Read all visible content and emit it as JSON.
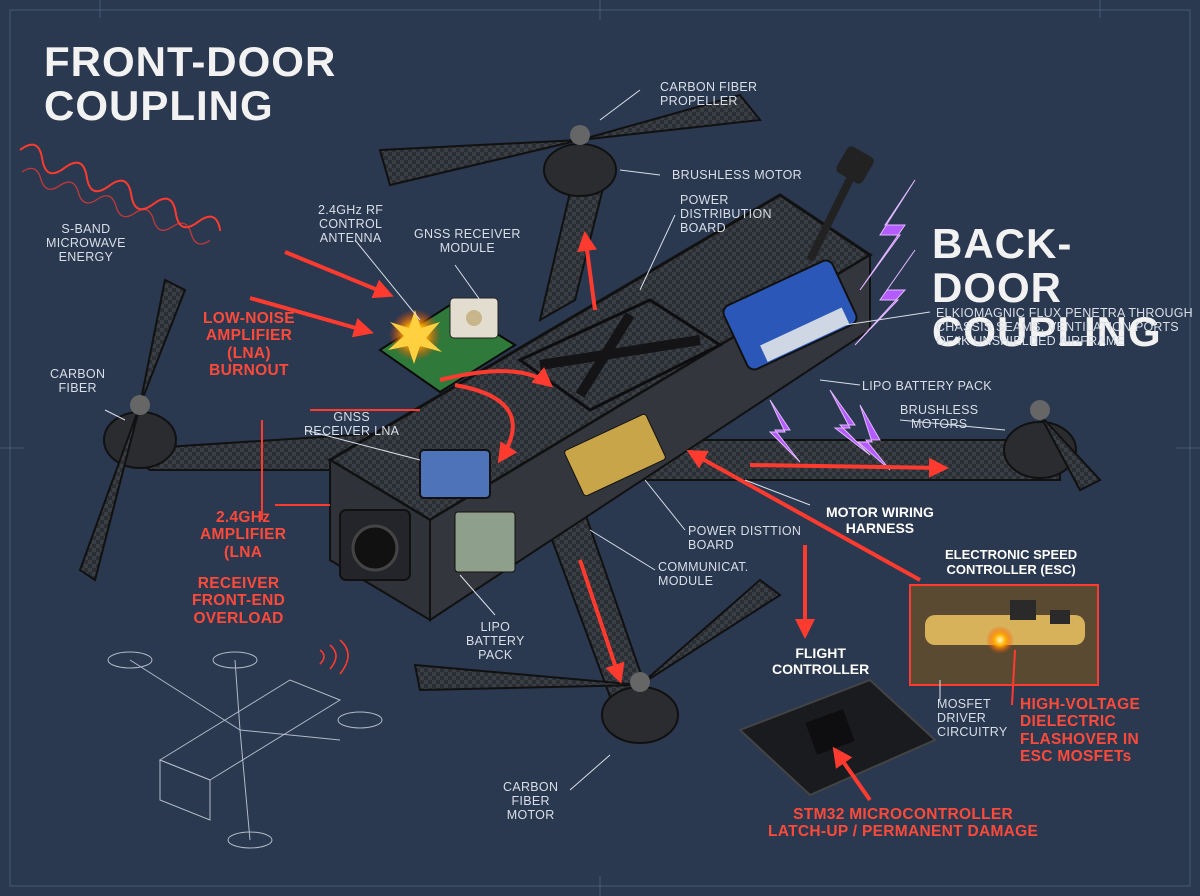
{
  "titles": {
    "front_door": [
      "FRONT-DOOR",
      "COUPLING"
    ],
    "back_door": [
      "BACK-DOOR",
      "COUPLING"
    ]
  },
  "labels": {
    "s_band": [
      "S-BAND",
      "MICROWAVE",
      "ENERGY"
    ],
    "rf_antenna": [
      "2.4GHz RF",
      "CONTROL",
      "ANTENNA"
    ],
    "gnss_module": [
      "GNSS RECEIVER",
      "MODULE"
    ],
    "propeller": [
      "CARBON FIBER",
      "PROPELLER"
    ],
    "brushless_motor": "BRUSHLESS MOTOR",
    "pdb_top": [
      "POWER",
      "DISTRIBUTION",
      "BOARD"
    ],
    "back_door_note": [
      "ELKIOMAGNIC FLUX PENETRA THROUGH",
      "CHASSIS SEAMS, VENTILATION PORTS",
      "OF IK UNSHIELDED AIRFRAME"
    ],
    "lipo_right": "LIPO BATTERY PACK",
    "brushless_motors": [
      "BRUSHLESS",
      "MOTORS"
    ],
    "carbon_fiber_left": [
      "CARBON",
      "FIBER"
    ],
    "lna_burnout": [
      "LOW-NOISE",
      "AMPLIFIER",
      "(LNA)",
      "BURNOUT"
    ],
    "gnss_lna": [
      "GNSS",
      "RECEIVER LNA"
    ],
    "amp_24": [
      "2.4GHz",
      "AMPLIFIER",
      "(LNA"
    ],
    "receiver_overload": [
      "RECEIVER",
      "FRONT-END",
      "OVERLOAD"
    ],
    "motor_harness": [
      "MOTOR WIRING",
      "HARNESS"
    ],
    "pdb_bottom": [
      "POWER DISTTION",
      "BOARD"
    ],
    "comm_module": [
      "COMMUNICAT.",
      "MODULE"
    ],
    "lipo_center": [
      "LIPO",
      "BATTERY",
      "PACK"
    ],
    "esc": [
      "ELECTRONIC SPEED",
      "CONTROLLER (ESC)"
    ],
    "flight_controller": [
      "FLIGHT",
      "CONTROLLER"
    ],
    "mosfet_driver": [
      "MOSFET",
      "DRIVER",
      "CIRCUITRY"
    ],
    "flashover": [
      "HIGH-VOLTAGE",
      "DIELECTRIC",
      "FLASHOVER IN",
      "ESC MOSFETs"
    ],
    "carbon_fiber_motor": [
      "CARBON",
      "FIBER",
      "MOTOR"
    ],
    "stm32": [
      "STM32 MICROCONTROLLER",
      "LATCH-UP / PERMANENT DAMAGE"
    ]
  },
  "colors": {
    "background": "#2a3850",
    "frame": "#2c2f34",
    "red_accent": "#ff3b2f",
    "purple_bolt": "#b45cff",
    "text_light": "#d9dfe8"
  }
}
